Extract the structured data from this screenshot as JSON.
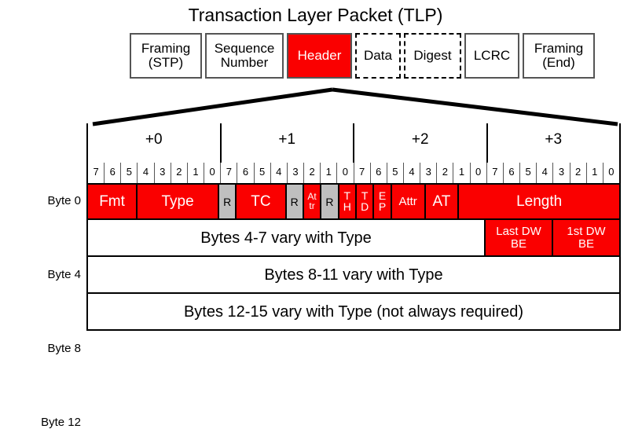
{
  "title": "Transaction Layer Packet (TLP)",
  "colors": {
    "red": "#FA0000",
    "grey": "#BFBFBF",
    "white": "#FFFFFF",
    "black": "#000000",
    "border": "#555555"
  },
  "packet_strip": [
    {
      "name": "framing-stp",
      "line1": "Framing",
      "line2": "(STP)",
      "style": "solid",
      "fill": "white"
    },
    {
      "name": "sequence-number",
      "line1": "Sequence",
      "line2": "Number",
      "style": "solid",
      "fill": "white"
    },
    {
      "name": "header",
      "line1": "Header",
      "line2": "",
      "style": "solid",
      "fill": "red"
    },
    {
      "name": "data",
      "line1": "Data",
      "line2": "",
      "style": "dashed",
      "fill": "white"
    },
    {
      "name": "digest",
      "line1": "Digest",
      "line2": "",
      "style": "dashed",
      "fill": "white"
    },
    {
      "name": "lcrc",
      "line1": "LCRC",
      "line2": "",
      "style": "solid",
      "fill": "white"
    },
    {
      "name": "framing-end",
      "line1": "Framing",
      "line2": "(End)",
      "style": "solid",
      "fill": "white"
    }
  ],
  "byte_offsets": [
    "+0",
    "+1",
    "+2",
    "+3"
  ],
  "bit_numbers": [
    "7",
    "6",
    "5",
    "4",
    "3",
    "2",
    "1",
    "0",
    "7",
    "6",
    "5",
    "4",
    "3",
    "2",
    "1",
    "0",
    "7",
    "6",
    "5",
    "4",
    "3",
    "2",
    "1",
    "0",
    "7",
    "6",
    "5",
    "4",
    "3",
    "2",
    "1",
    "0"
  ],
  "byte_labels": [
    "Byte 0",
    "Byte 4",
    "Byte 8",
    "Byte 12"
  ],
  "rows": [
    {
      "label": "Byte 0",
      "fields": [
        {
          "text": "Fmt",
          "bits": 3,
          "fill": "red",
          "size": "normal"
        },
        {
          "text": "Type",
          "bits": 5,
          "fill": "red",
          "size": "normal"
        },
        {
          "text": "R",
          "bits": 1,
          "fill": "grey",
          "size": "small"
        },
        {
          "text": "TC",
          "bits": 3,
          "fill": "red",
          "size": "normal"
        },
        {
          "text": "R",
          "bits": 1,
          "fill": "grey",
          "size": "small"
        },
        {
          "text": "At|tr",
          "bits": 1,
          "fill": "red",
          "size": "tiny",
          "stacked": true
        },
        {
          "text": "R",
          "bits": 1,
          "fill": "grey",
          "size": "small"
        },
        {
          "text": "T|H",
          "bits": 1,
          "fill": "red",
          "size": "small",
          "stacked": true
        },
        {
          "text": "T|D",
          "bits": 1,
          "fill": "red",
          "size": "small",
          "stacked": true
        },
        {
          "text": "E|P",
          "bits": 1,
          "fill": "red",
          "size": "small",
          "stacked": true
        },
        {
          "text": "Attr",
          "bits": 2,
          "fill": "red",
          "size": "two"
        },
        {
          "text": "AT",
          "bits": 2,
          "fill": "red",
          "size": "normal"
        },
        {
          "text": "Length",
          "bits": 10,
          "fill": "red",
          "size": "normal"
        }
      ]
    },
    {
      "label": "Byte 4",
      "fields": [
        {
          "text": "Bytes 4-7 vary with Type",
          "bits": 24,
          "fill": "white",
          "size": "normal"
        },
        {
          "text": "Last DW|BE",
          "bits": 4,
          "fill": "red",
          "size": "two",
          "stacked": true
        },
        {
          "text": "1st DW|BE",
          "bits": 4,
          "fill": "red",
          "size": "two",
          "stacked": true
        }
      ]
    },
    {
      "label": "Byte 8",
      "fields": [
        {
          "text": "Bytes 8-11 vary with Type",
          "bits": 32,
          "fill": "white",
          "size": "normal"
        }
      ]
    },
    {
      "label": "Byte 12",
      "fields": [
        {
          "text": "Bytes 12-15 vary with Type (not always required)",
          "bits": 32,
          "fill": "white",
          "size": "normal"
        }
      ]
    }
  ]
}
